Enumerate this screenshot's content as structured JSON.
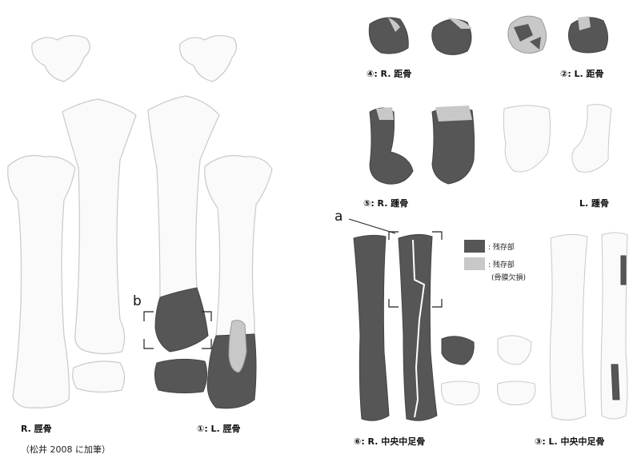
{
  "colors": {
    "remaining": "#565656",
    "remaining_periosteum_missing": "#c8c8c8",
    "bone_outline": "#cfcfcf"
  },
  "labels": {
    "r_tibia": "R. 脛骨",
    "l_tibia": "①: L. 脛骨",
    "credit": "（松井 2008 に加筆）",
    "r_talus": "④: R. 距骨",
    "l_talus": "②: L. 距骨",
    "r_calcaneus": "⑤: R. 踵骨",
    "l_calcaneus": "L. 踵骨",
    "r_metatarsal": "⑥: R. 中央中足骨",
    "l_metatarsal": "③: L. 中央中足骨",
    "marker_a": "a",
    "marker_b": "b"
  },
  "legend": {
    "remaining": ": 残存部",
    "remaining_partial": ": 残存部",
    "remaining_partial_note": "(骨膜欠損)"
  }
}
